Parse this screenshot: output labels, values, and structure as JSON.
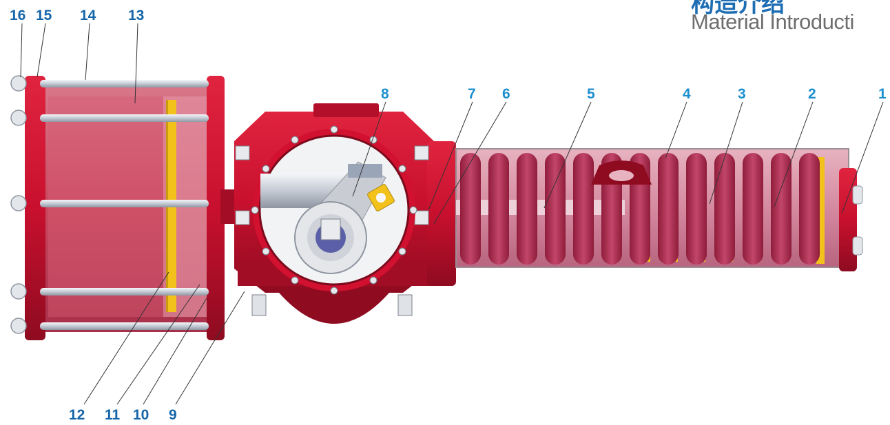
{
  "header": {
    "title_cn": "构造介绍",
    "title_en": "Material Introducti"
  },
  "callouts": [
    {
      "id": "16",
      "label": "16"
    },
    {
      "id": "15",
      "label": "15"
    },
    {
      "id": "14",
      "label": "14"
    },
    {
      "id": "13",
      "label": "13"
    },
    {
      "id": "8",
      "label": "8"
    },
    {
      "id": "7",
      "label": "7"
    },
    {
      "id": "6",
      "label": "6"
    },
    {
      "id": "5",
      "label": "5"
    },
    {
      "id": "4",
      "label": "4"
    },
    {
      "id": "3",
      "label": "3"
    },
    {
      "id": "2",
      "label": "2"
    },
    {
      "id": "1",
      "label": "1"
    },
    {
      "id": "12",
      "label": "12"
    },
    {
      "id": "11",
      "label": "11"
    },
    {
      "id": "10",
      "label": "10"
    },
    {
      "id": "9",
      "label": "9"
    }
  ],
  "colors": {
    "body_red": "#c8102e",
    "body_dark": "#8e0b20",
    "spring": "#b0304e",
    "rod": "#c9ced6",
    "yellow": "#f2c21b",
    "callout_blue": "#1565a8",
    "title_blue": "#1d6db3"
  }
}
